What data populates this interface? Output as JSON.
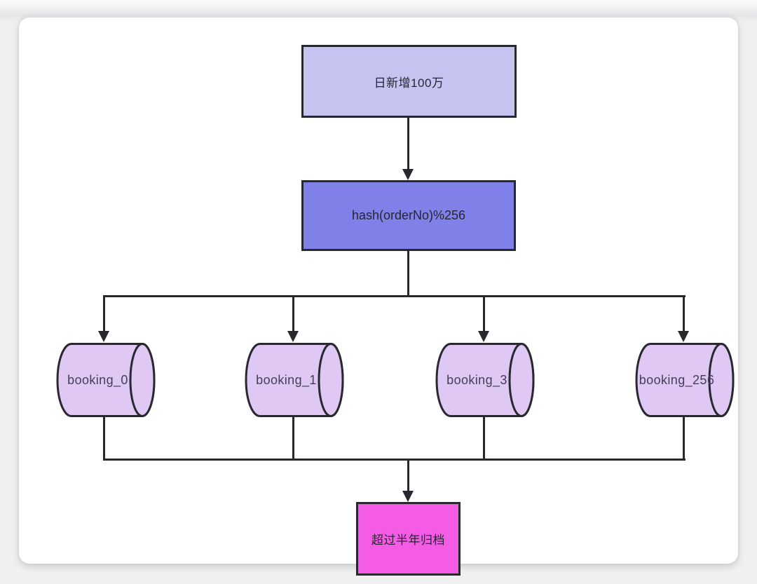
{
  "diagram": {
    "nodes": {
      "source": {
        "label": "日新增100万"
      },
      "hash": {
        "label": "hash(orderNo)%256"
      },
      "archive": {
        "label": "超过半年归档"
      }
    },
    "shards": [
      {
        "label": "booking_0"
      },
      {
        "label": "booking_1"
      },
      {
        "label": "booking_3"
      },
      {
        "label": "booking_256"
      }
    ],
    "colors": {
      "stroke": "#28282f",
      "source_fill": "#c6c3f0",
      "hash_fill": "#7f80e8",
      "shard_fill": "#e0c8f5",
      "archive_fill": "#f45ce6",
      "text": "#26262e",
      "shard_text": "#453e58"
    }
  }
}
